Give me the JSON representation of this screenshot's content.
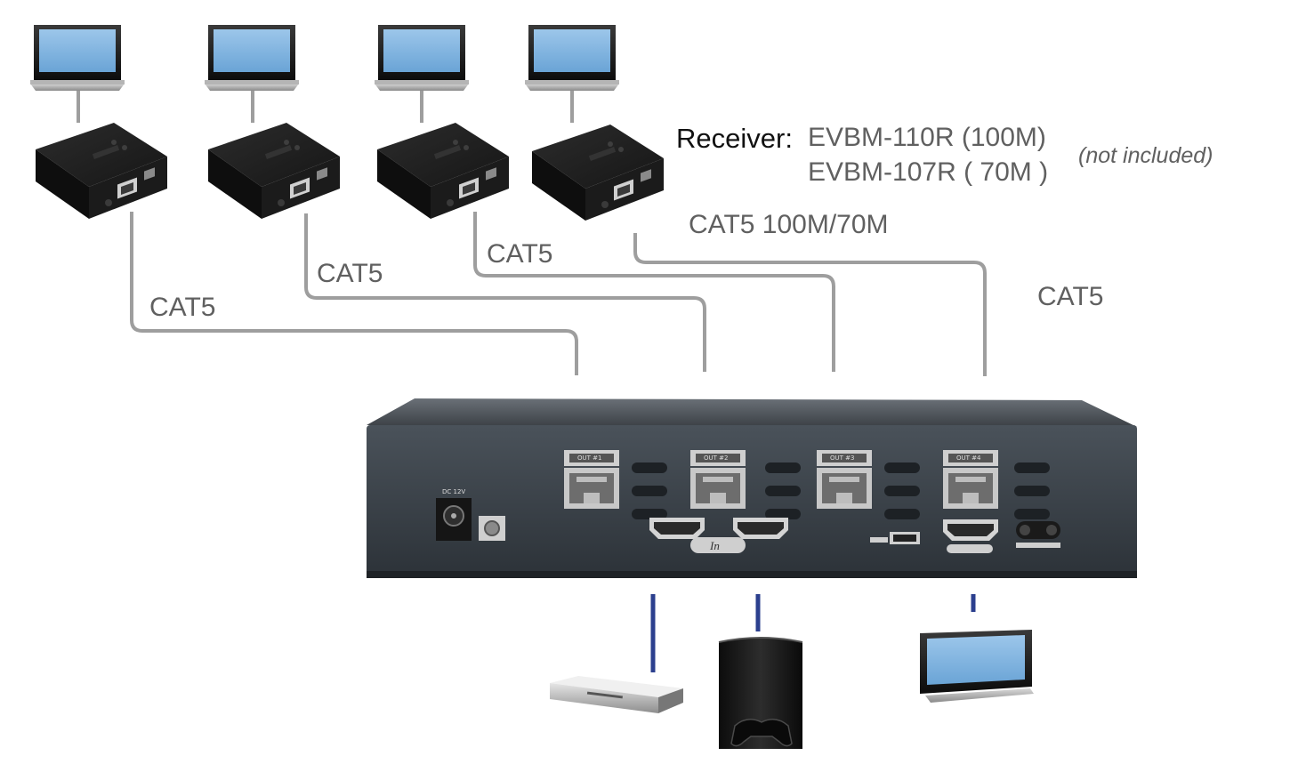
{
  "receiver": {
    "label": "Receiver:",
    "models": [
      "EVBM-110R (100M)",
      "EVBM-107R ( 70M )"
    ],
    "note": "(not included)"
  },
  "cables": {
    "cat5_1": "CAT5",
    "cat5_2": "CAT5",
    "cat5_3": "CAT5",
    "cat5_4": "CAT5",
    "cat5_range": "CAT5 100M/70M"
  },
  "splitter": {
    "dc_label": "DC 12V",
    "in_label": "In",
    "out_ports": [
      "OUT #1",
      "OUT #2",
      "OUT #3",
      "OUT #4"
    ]
  },
  "colors": {
    "cat5_cable": "#9e9e9e",
    "hdmi_cable": "#2b3f8e",
    "screen": "#7fb3e0",
    "device_body": "#1c1c1c"
  },
  "icons": {
    "remote_tv": "tv-monitor-icon",
    "receiver": "hdbaset-receiver-icon",
    "source_player": "dvd-player-icon",
    "source_console": "game-console-icon",
    "local_tv": "tv-monitor-icon"
  }
}
